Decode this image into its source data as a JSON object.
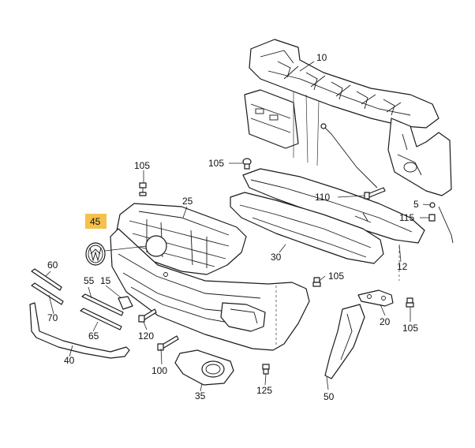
{
  "callouts": {
    "c10": "10",
    "c105a": "105",
    "c105b": "105",
    "c105c": "105",
    "c105d": "105",
    "c110": "110",
    "c5": "5",
    "c115": "115",
    "c25": "25",
    "c45": "45",
    "c60": "60",
    "c55": "55",
    "c15": "15",
    "c70": "70",
    "c65": "65",
    "c40": "40",
    "c120": "120",
    "c100": "100",
    "c35": "35",
    "c125": "125",
    "c30": "30",
    "c12": "12",
    "c20": "20",
    "c50": "50"
  },
  "highlight_color": "#f5c14a"
}
